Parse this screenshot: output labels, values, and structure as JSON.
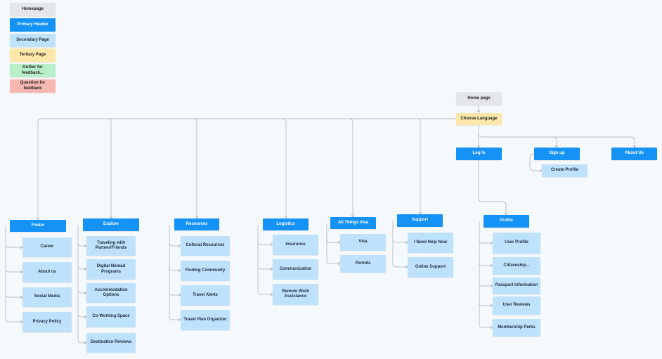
{
  "legend": {
    "homepage": "Homepage",
    "primary_header": "Primary Header",
    "secondary_page": "Secondary Page",
    "tertiary_page": "Tertiary Page",
    "outlier": "Outlier for feedback...",
    "question": "Question for feedback"
  },
  "home_page": "Home page",
  "choose_language": "Choose Language",
  "top_nav": {
    "log_in": "Log In",
    "sign_up": "Sign up",
    "create_profile": "Create Profile",
    "about_us": "About Us",
    "profile": "Profile",
    "profile_items": [
      "User Profile",
      "Citizenship...",
      "Passport Information",
      "User Reviews",
      "Membership Perks"
    ]
  },
  "sections": {
    "footer": {
      "title": "Footer",
      "items": [
        "Career",
        "About us",
        "Social Media",
        "Privacy Policy"
      ]
    },
    "explore": {
      "title": "Explore",
      "items": [
        "Traveling with Partner/Friends",
        "Digital Nomad Programs",
        "Accommodation Options",
        "Co-Working Space",
        "Destination Reviews"
      ]
    },
    "resources": {
      "title": "Resources",
      "items": [
        "Cultural Resources",
        "Finding Community",
        "Travel Alerts",
        "Travel Plan Organizer"
      ]
    },
    "logistics": {
      "title": "Logistics",
      "items": [
        "Insurance",
        "Communication",
        "Remote Work Assistance"
      ]
    },
    "visa": {
      "title": "All Things Visa",
      "items": [
        "Visa",
        "Permits"
      ]
    },
    "support": {
      "title": "Support",
      "items": [
        "I Need Help Now",
        "Online Support"
      ]
    }
  },
  "colors": {
    "background": "#f5f9fc",
    "homepage": "#e3e6ea",
    "primary": "#1592f6",
    "secondary": "#bfe2fc",
    "tertiary": "#fde8a9",
    "outlier": "#b9efc8",
    "question": "#f8b7b1",
    "connector": "#b9bec5"
  }
}
